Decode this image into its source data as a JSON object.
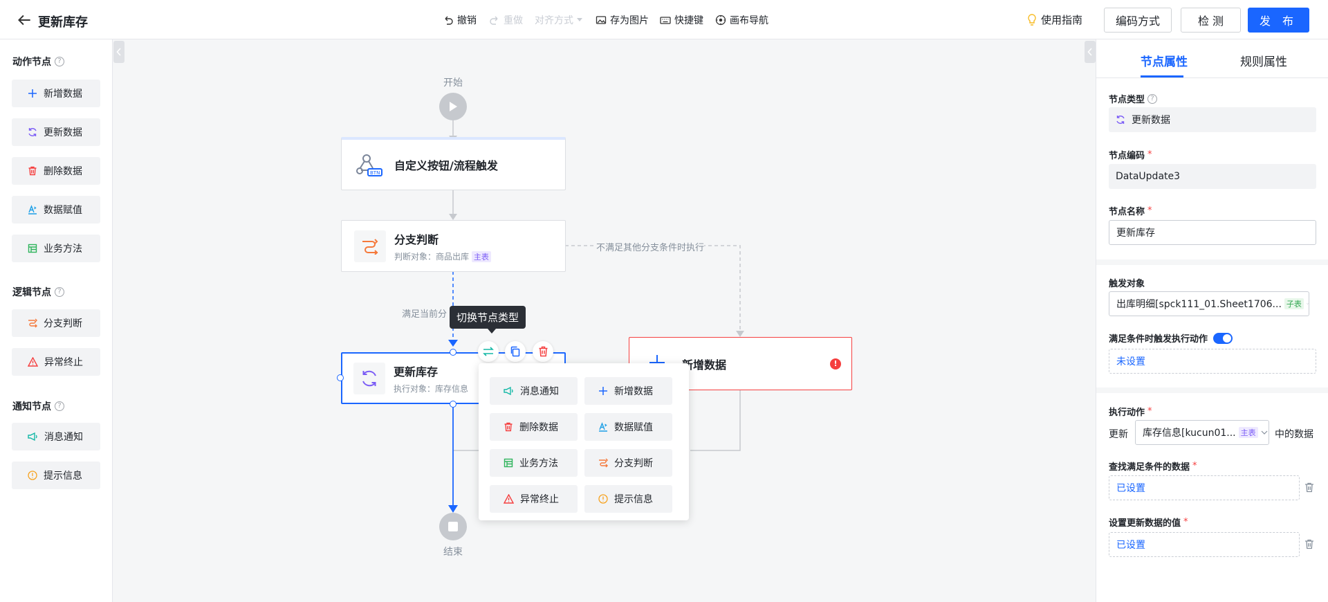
{
  "header": {
    "title": "更新库存",
    "undo": "撤销",
    "redo": "重做",
    "align": "对齐方式",
    "save_image": "存为图片",
    "shortcuts": "快捷键",
    "canvas_nav": "画布导航",
    "guide": "使用指南",
    "encoding": "编码方式",
    "check": "检 测",
    "publish": "发 布"
  },
  "palette": {
    "action_title": "动作节点",
    "action_items": [
      "新增数据",
      "更新数据",
      "删除数据",
      "数据赋值",
      "业务方法"
    ],
    "logic_title": "逻辑节点",
    "logic_items": [
      "分支判断",
      "异常终止"
    ],
    "notify_title": "通知节点",
    "notify_items": [
      "消息通知",
      "提示信息"
    ]
  },
  "canvas": {
    "start_label": "开始",
    "end_label": "结束",
    "trigger_node": {
      "title": "自定义按钮/流程触发"
    },
    "branch_node": {
      "title": "分支判断",
      "sub": "判断对象：商品出库",
      "tag": "主表"
    },
    "update_node": {
      "title": "更新库存",
      "sub": "执行对象：库存信息"
    },
    "add_node": {
      "title": "新增数据"
    },
    "else_label": "不满足其他分支条件时执行",
    "cond_label": "满足当前分",
    "tooltip": "切换节点类型",
    "popup_items": [
      "消息通知",
      "新增数据",
      "删除数据",
      "数据赋值",
      "业务方法",
      "分支判断",
      "异常终止",
      "提示信息"
    ]
  },
  "panel": {
    "tab_node": "节点属性",
    "tab_rule": "规则属性",
    "node_type_label": "节点类型",
    "node_type_value": "更新数据",
    "node_code_label": "节点编码",
    "node_code_value": "DataUpdate3",
    "node_name_label": "节点名称",
    "node_name_value": "更新库存",
    "trigger_obj_label": "触发对象",
    "trigger_obj_value": "出库明细[spck111_01.Sheet1706...",
    "trigger_obj_tag": "子表",
    "cond_trigger_label": "满足条件时触发执行动作",
    "cond_trigger_value": "未设置",
    "exec_label": "执行动作",
    "exec_prefix": "更新",
    "exec_select": "库存信息[kucun01...",
    "exec_tag": "主表",
    "exec_suffix": "中的数据",
    "find_label": "查找满足条件的数据",
    "find_value": "已设置",
    "set_label": "设置更新数据的值",
    "set_value": "已设置"
  },
  "colors": {
    "accent": "#1a66ff",
    "danger": "#f53f3f",
    "orange": "#f5793b",
    "purple": "#7b5cf6"
  }
}
